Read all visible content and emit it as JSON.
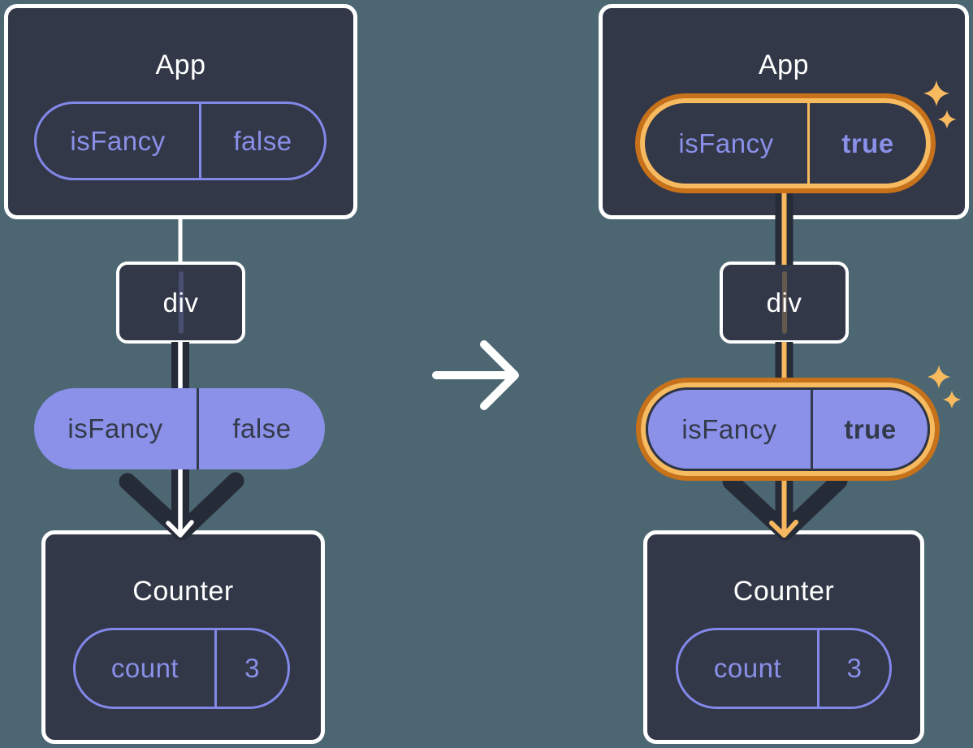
{
  "left": {
    "app": {
      "title": "App",
      "state_pill": {
        "key": "isFancy",
        "value": "false"
      }
    },
    "container": {
      "title": "div"
    },
    "prop_pill": {
      "key": "isFancy",
      "value": "false"
    },
    "counter": {
      "title": "Counter",
      "state_pill": {
        "key": "count",
        "value": "3"
      }
    }
  },
  "right": {
    "app": {
      "title": "App",
      "state_pill": {
        "key": "isFancy",
        "value": "true"
      }
    },
    "container": {
      "title": "div"
    },
    "prop_pill": {
      "key": "isFancy",
      "value": "true"
    },
    "counter": {
      "title": "Counter",
      "state_pill": {
        "key": "count",
        "value": "3"
      }
    }
  },
  "colors": {
    "background": "#4c6672",
    "box_fill": "#323848",
    "box_border": "#ffffff",
    "purple_fill": "#8b90e9",
    "purple_border": "#8188e8",
    "purple_text": "#8a8fe8",
    "dark_text": "#333a49",
    "dark_line": "#262b38",
    "orange_ring_outer": "#c7711a",
    "orange_ring_inner": "#f8ba5f",
    "orange_line": "#f7b75f",
    "white_line": "#ffffff"
  }
}
